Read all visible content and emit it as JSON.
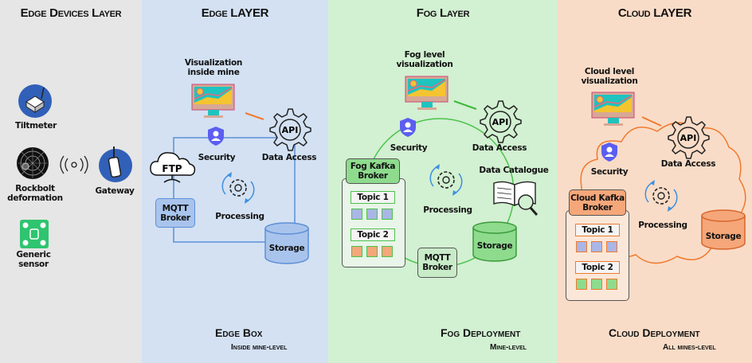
{
  "layers": [
    {
      "title": "Edge Devices Layer",
      "color": "#e6e6e6",
      "devices": [
        {
          "label": "Tiltmeter"
        },
        {
          "label": "Rockbolt deformation"
        },
        {
          "label": "Gateway"
        },
        {
          "label": "Generic sensor"
        }
      ]
    },
    {
      "title": "Edge LAYER",
      "color": "#d3e1f3",
      "visualization": "Visualization inside mine",
      "security": "Security",
      "api": "API",
      "data_access": "Data Access",
      "ftp": "FTP",
      "mqtt": "MQTT Broker",
      "processing": "Processing",
      "storage": "Storage",
      "footer_title": "Edge Box",
      "footer_sub": "Inside mine-level"
    },
    {
      "title": "Fog Layer",
      "color": "#d2f0d2",
      "visualization": "Fog level visualization",
      "security": "Security",
      "api": "API",
      "data_access": "Data Access",
      "kafka": "Fog Kafka Broker",
      "topic1": "Topic 1",
      "topic2": "Topic 2",
      "processing": "Processing",
      "catalogue": "Data Catalogue",
      "storage": "Storage",
      "mqtt": "MQTT Broker",
      "footer_title": "Fog Deployment",
      "footer_sub": "Mine-level"
    },
    {
      "title": "Cloud LAYER",
      "color": "#f9dcc7",
      "visualization": "Cloud level visualization",
      "security": "Security",
      "api": "API",
      "data_access": "Data Access",
      "kafka": "Cloud Kafka Broker",
      "topic1": "Topic 1",
      "topic2": "Topic 2",
      "processing": "Processing",
      "storage": "Storage",
      "footer_title": "Cloud Deployment",
      "footer_sub": "All mines-level"
    }
  ]
}
